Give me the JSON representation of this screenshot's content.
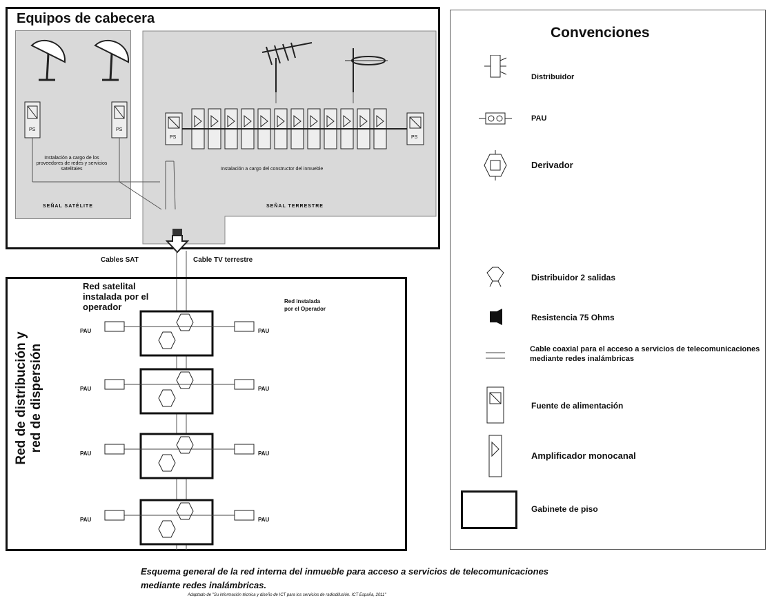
{
  "headend": {
    "title": "Equipos de cabecera",
    "satellite_note": "Instalación a cargo de los proveedores de redes y servicios satelitales",
    "satellite_label": "SEÑAL SATÉLITE",
    "terrestrial_note": "Instalación a cargo del constructor del inmueble",
    "terrestrial_label": "SEÑAL TERRESTRE",
    "ps_label": "PS"
  },
  "connectors": {
    "sat_cables": "Cables SAT",
    "tv_cable": "Cable TV terrestre"
  },
  "distribution": {
    "title_line1": "Red de distribución y",
    "title_line2": "red de dispersión",
    "operator_note": "Red satelital instalada por el operador",
    "installed_note_line1": "Red instalada",
    "installed_note_line2": "por el Operador",
    "floors": [
      {
        "left_label": "PAU",
        "right_label": "PAU"
      },
      {
        "left_label": "PAU",
        "right_label": "PAU"
      },
      {
        "left_label": "PAU",
        "right_label": "PAU"
      },
      {
        "left_label": "PAU",
        "right_label": "PAU"
      }
    ]
  },
  "legend": {
    "title": "Convenciones",
    "items": [
      {
        "icon": "distributor-icon",
        "label": "Distribuidor"
      },
      {
        "icon": "pau-icon",
        "label": "PAU"
      },
      {
        "icon": "derivator-icon",
        "label": "Derivador"
      },
      {
        "icon": "distributor-2-outputs-icon",
        "label": "Distribuidor 2 salidas"
      },
      {
        "icon": "resistor-icon",
        "label": "Resistencia 75 Ohms"
      },
      {
        "icon": "coax-cable-icon",
        "label": "Cable coaxial para el acceso a servicios de telecomunicaciones mediante redes inalámbricas"
      },
      {
        "icon": "power-supply-icon",
        "label": "Fuente de alimentación"
      },
      {
        "icon": "amplifier-icon",
        "label": "Amplificador monocanal"
      },
      {
        "icon": "floor-cabinet-icon",
        "label": "Gabinete de piso"
      }
    ]
  },
  "caption": {
    "line1": "Esquema general de la red interna del inmueble para acceso a servicios de telecomunicaciones",
    "line2": "mediante redes inalámbricas.",
    "source": "Adaptado de \"Su información técnica y diseño de ICT para los servicios de radiodifusión. ICT España, 2011\""
  },
  "colors": {
    "panel_fill": "#d9d9d9",
    "border": "#111111",
    "line": "#333333"
  }
}
